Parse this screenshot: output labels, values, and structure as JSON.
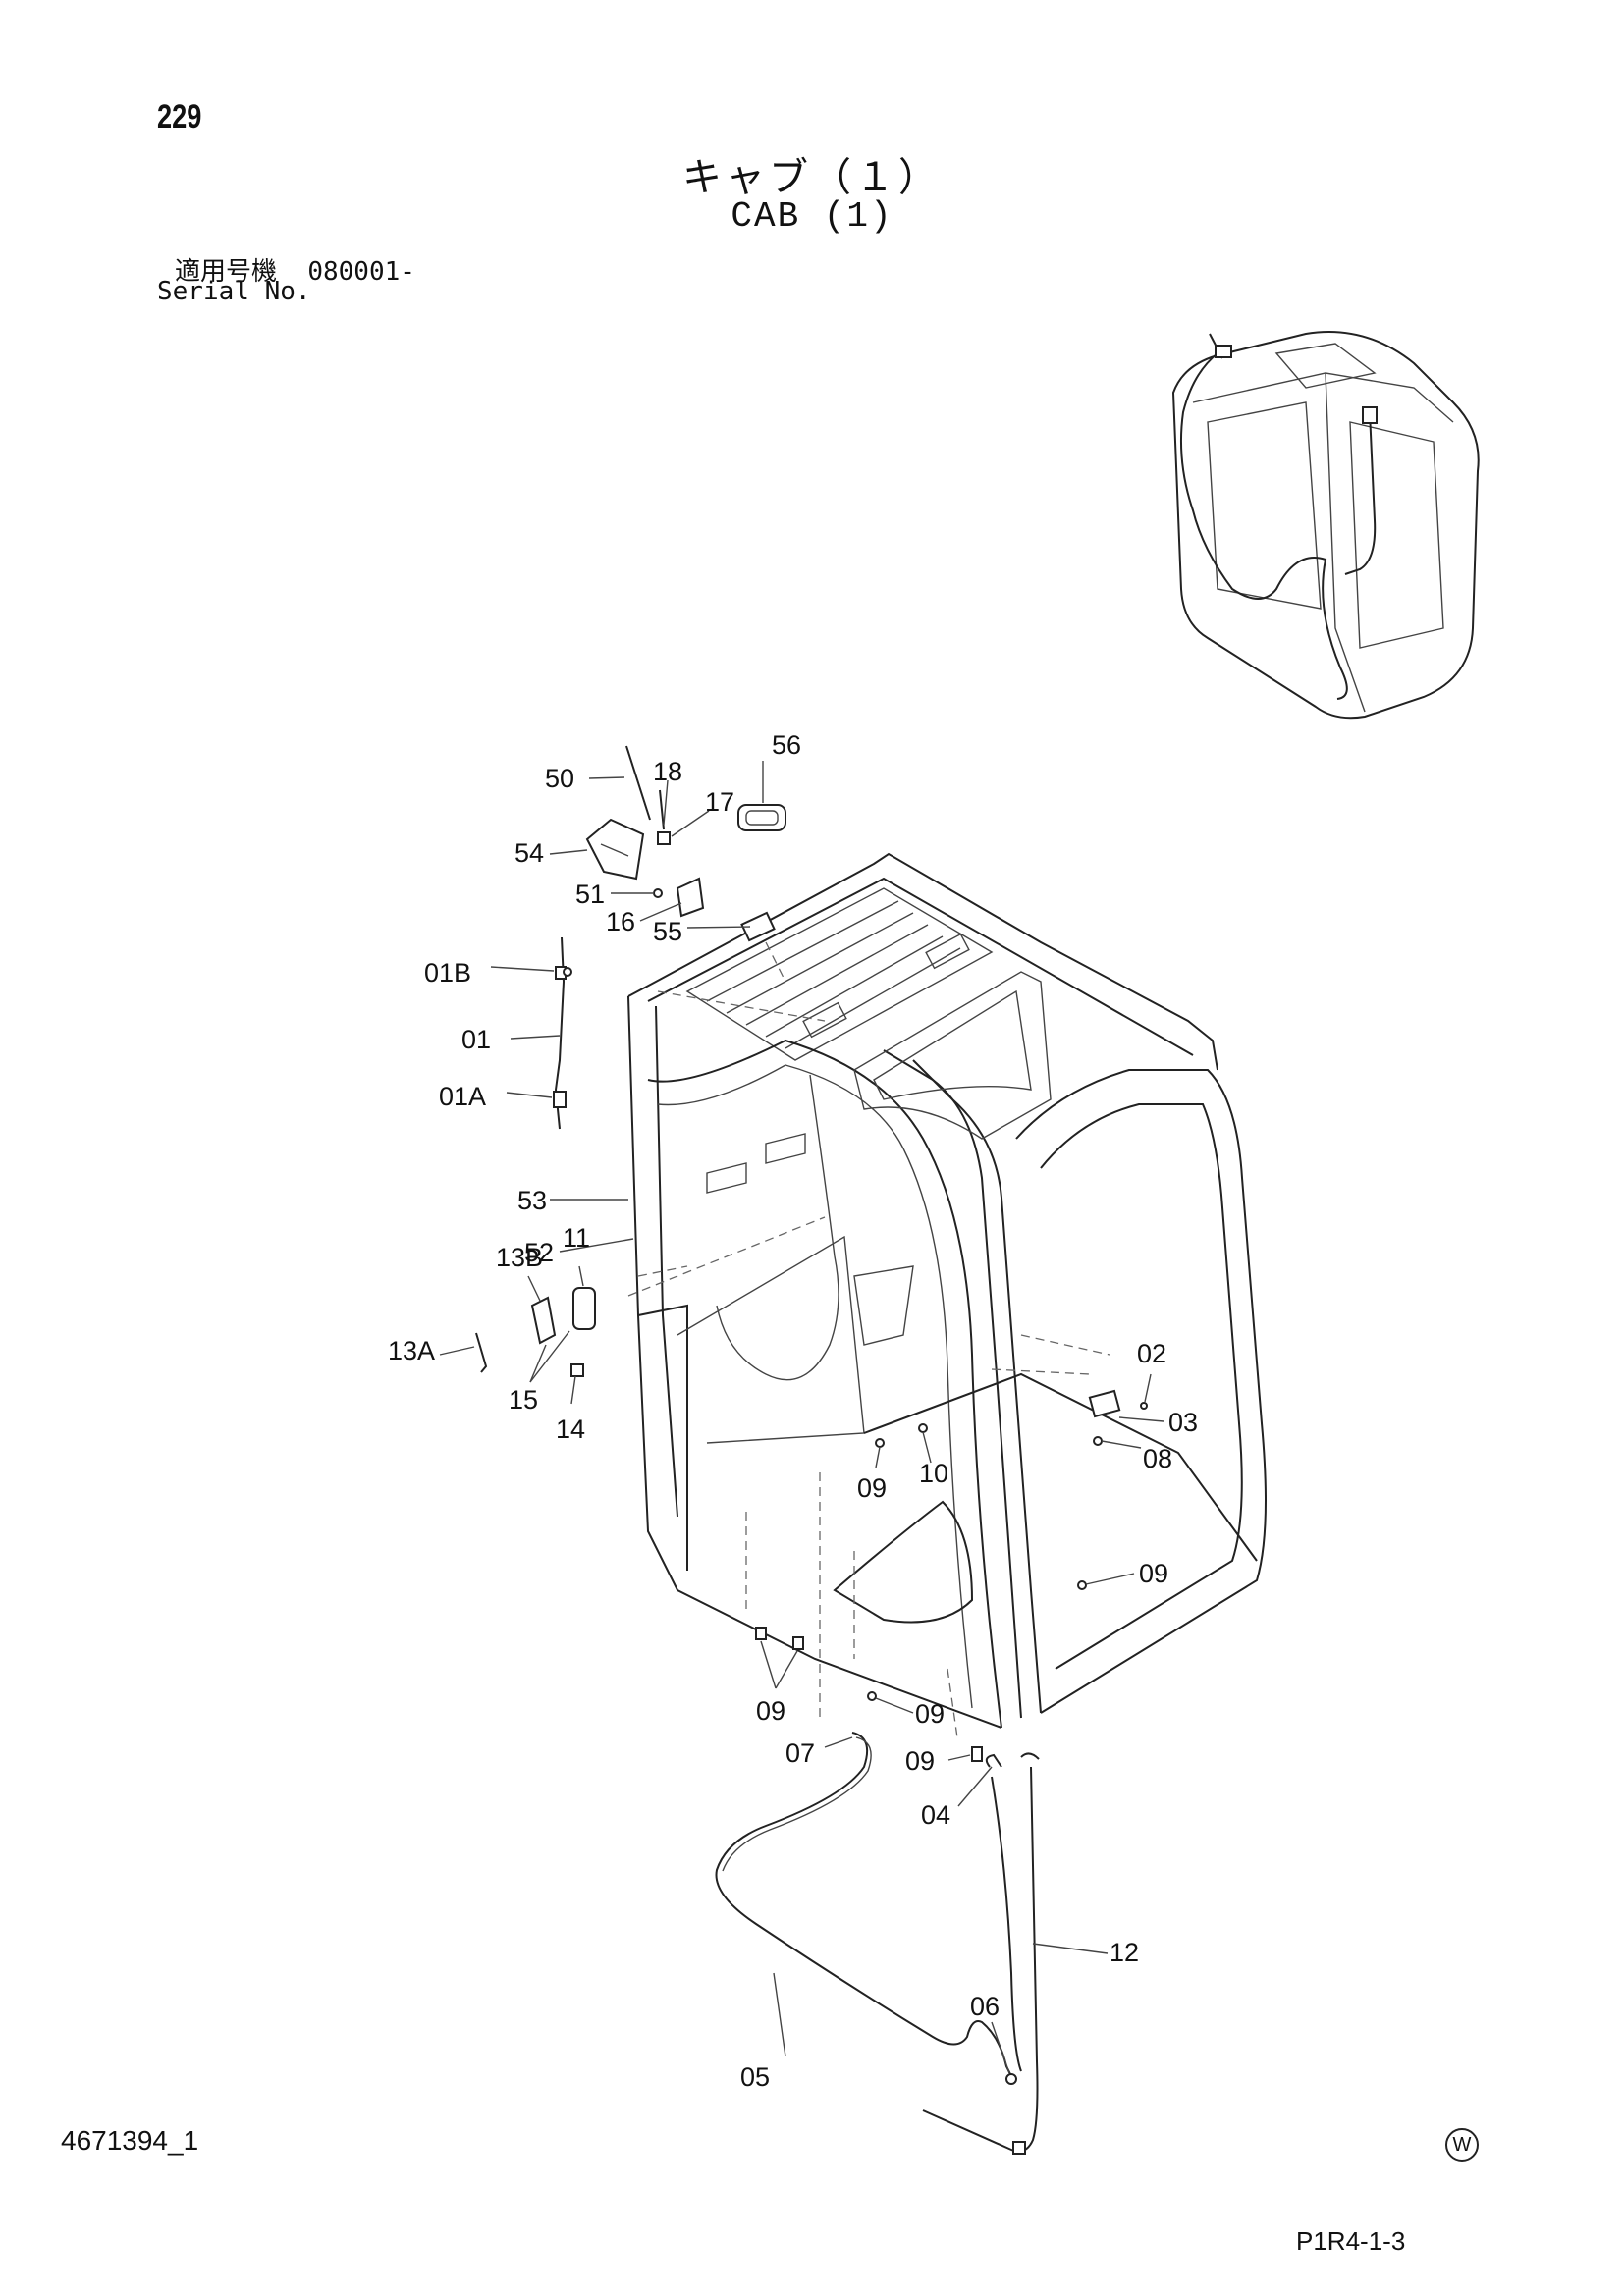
{
  "header": {
    "page_number": "229",
    "title_ja": "キャブ（１）",
    "title_en": "CAB (1)",
    "serial_label_ja": "適用号機",
    "serial_value": "080001-",
    "serial_label_en": "Serial No."
  },
  "footer": {
    "document_id": "4671394_1",
    "mark": "W",
    "page_code": "P1R4-1-3"
  },
  "callouts": [
    {
      "id": "50",
      "label": "50"
    },
    {
      "id": "18",
      "label": "18"
    },
    {
      "id": "17",
      "label": "17"
    },
    {
      "id": "56",
      "label": "56"
    },
    {
      "id": "54",
      "label": "54"
    },
    {
      "id": "51",
      "label": "51"
    },
    {
      "id": "16",
      "label": "16"
    },
    {
      "id": "55",
      "label": "55"
    },
    {
      "id": "01B",
      "label": "01B"
    },
    {
      "id": "01",
      "label": "01"
    },
    {
      "id": "01A",
      "label": "01A"
    },
    {
      "id": "53",
      "label": "53"
    },
    {
      "id": "52",
      "label": "52"
    },
    {
      "id": "13B",
      "label": "13B"
    },
    {
      "id": "11",
      "label": "11"
    },
    {
      "id": "13A",
      "label": "13A"
    },
    {
      "id": "15",
      "label": "15"
    },
    {
      "id": "14",
      "label": "14"
    },
    {
      "id": "02",
      "label": "02"
    },
    {
      "id": "03",
      "label": "03"
    },
    {
      "id": "08",
      "label": "08"
    },
    {
      "id": "09a",
      "label": "09"
    },
    {
      "id": "10",
      "label": "10"
    },
    {
      "id": "09b",
      "label": "09"
    },
    {
      "id": "09c",
      "label": "09"
    },
    {
      "id": "09d",
      "label": "09"
    },
    {
      "id": "07",
      "label": "07"
    },
    {
      "id": "09e",
      "label": "09"
    },
    {
      "id": "04",
      "label": "04"
    },
    {
      "id": "12",
      "label": "12"
    },
    {
      "id": "06",
      "label": "06"
    },
    {
      "id": "05",
      "label": "05"
    }
  ]
}
